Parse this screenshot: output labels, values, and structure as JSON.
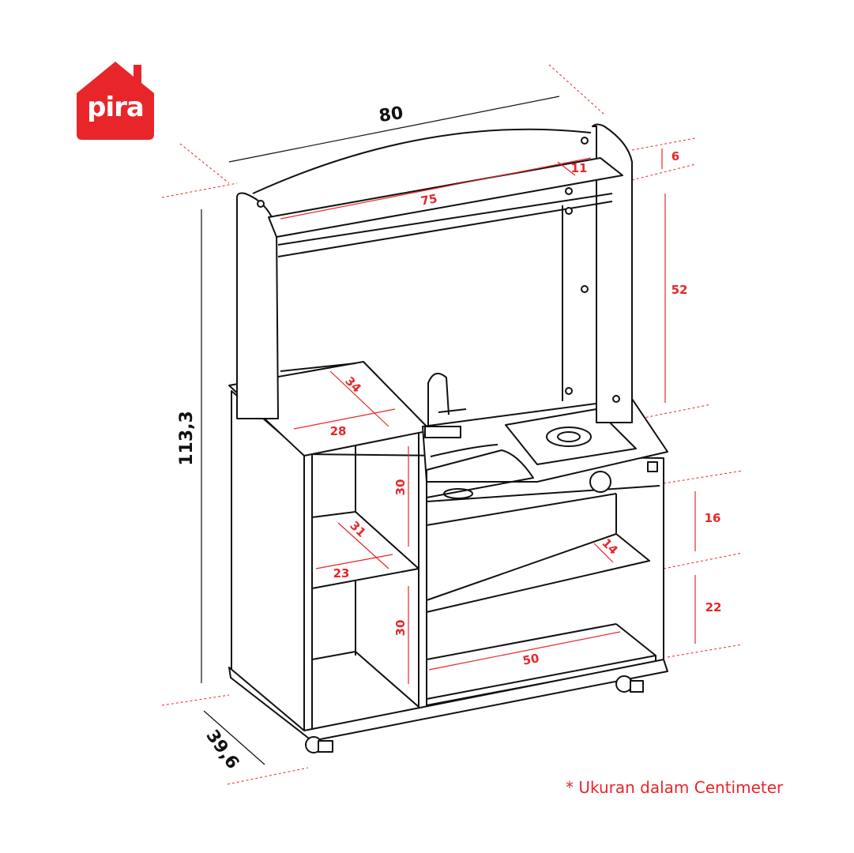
{
  "brand": {
    "logo_text": "pira",
    "color": "#e8262a"
  },
  "dimensions": {
    "overall_width": "80",
    "overall_height": "113,3",
    "overall_depth": "39,6",
    "shelf_top_length": "75",
    "shelf_top_depth": "11",
    "top_board_height": "6",
    "upper_opening_height": "52",
    "left_counter_depth": "34",
    "left_counter_width": "28",
    "left_upper_compartment_height": "30",
    "left_shelf_depth": "31",
    "left_shelf_width": "23",
    "left_lower_compartment_height": "30",
    "right_upper_compartment_height": "16",
    "right_shelf_depth": "14",
    "right_lower_compartment_height": "22",
    "bottom_inner_width": "50"
  },
  "footnote": "* Ukuran dalam Centimeter"
}
